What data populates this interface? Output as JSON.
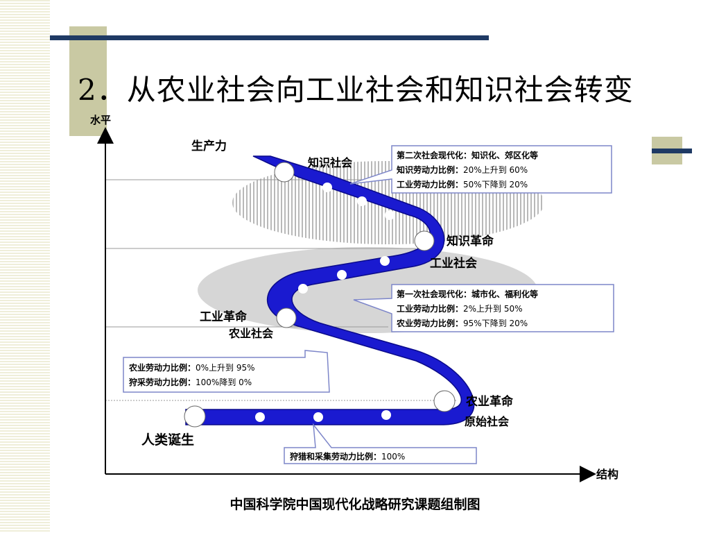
{
  "slide": {
    "title": "2．从农业社会向工业社会和知识社会转变",
    "caption": "中国科学院中国现代化战略研究课题组制图"
  },
  "diagram": {
    "y_axis_label": "水平",
    "x_axis_label": "结构",
    "productivity_label": "生产力",
    "stages": {
      "knowledge_society": "知识社会",
      "knowledge_revolution": "知识革命",
      "industrial_society": "工业社会",
      "industrial_revolution": "工业革命",
      "agricultural_society": "农业社会",
      "agricultural_revolution": "农业革命",
      "primitive_society": "原始社会",
      "human_birth": "人类诞生"
    },
    "callouts": {
      "second_modernization": {
        "line1_bold": "第二次社会现代化：知识化、郊区化等",
        "line2_bold": "知识劳动力比例：",
        "line2_value": "20%上升到 60%",
        "line3_bold": "工业劳动力比例：",
        "line3_value": "50%下降到 20%"
      },
      "first_modernization": {
        "line1_bold": "第一次社会现代化：城市化、福利化等",
        "line2_bold": "工业劳动力比例：",
        "line2_value": "2%上升到 50%",
        "line3_bold": "农业劳动力比例：",
        "line3_value": "95%下降到 20%"
      },
      "agricultural": {
        "line1_bold": "农业劳动力比例：",
        "line1_value": "0%上升到 95%",
        "line2_bold": "狩采劳动力比例：",
        "line2_value": "100%降到 0%"
      },
      "hunting": {
        "line1_bold": "狩猎和采集劳动力比例：",
        "line1_value": "100%"
      }
    },
    "colors": {
      "ribbon": "#1a1ad0",
      "ribbon_dark": "#0a0a8a",
      "accent_navy": "#1f3a64",
      "accent_khaki": "#c9c9a3",
      "callout_border": "#7d86c9",
      "ellipse_gray": "#d6d6d6"
    }
  }
}
